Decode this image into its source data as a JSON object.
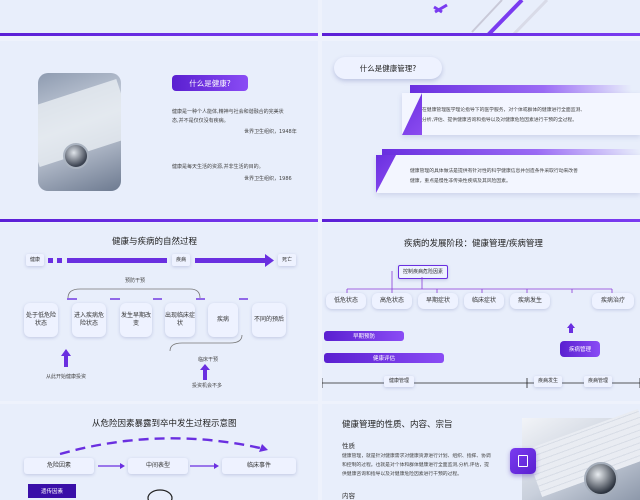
{
  "s2": {
    "title": "什么是健康?",
    "p1_l1": "健康是一种个人能体,精神与社会和谐融合的完美状",
    "p1_l2": "态,并不是仅仅没有疾病。",
    "cite1": "世界卫生组织，1948年",
    "p2": "健康是每天生活的资源,并非生活的目的。",
    "cite2": "世界卫生组织，1986"
  },
  "s3": {
    "title": "什么是健康管理?",
    "p1_l1": "在健康管理医学理论指导下的医学服务，对个体或群体的健康进行全面监测、",
    "p1_l2": "分析,评估、提供健康咨询和指导以及对健康危险因素进行干预的全过程。",
    "p2_l1": "健康管理的具体做法是提供有针对性的科学健康信息并创造条件采取行动来改善",
    "p2_l2": "健康，重点是慢性非传染性疾病及其风险因素。"
  },
  "s4": {
    "title": "健康与疾病的自然过程",
    "arrow_start": "健康",
    "arrow_mid": "疾病",
    "arrow_end": "死亡",
    "early_label": "预防干预",
    "stages": [
      "处于低危险状态",
      "进入疾病危险状态",
      "发生早期改变",
      "出现临床症状",
      "疾病",
      "不同的预后"
    ],
    "bottom_left": "从此开始健康投资",
    "clinical": "临床干预",
    "bottom_right": "投资机会不多"
  },
  "s5": {
    "title": "疾病的发展阶段：健康管理/疾病管理",
    "top_box": "控制疾病危险因素",
    "stages": [
      "低危状态",
      "高危状态",
      "早期症状",
      "临床症状",
      "疾病发生",
      "疾病治疗"
    ],
    "p_box1": "早期预防",
    "p_box2": "健康评估",
    "p_box3": "疾病管理",
    "seg1": "健康管理",
    "seg2": "疾病发生",
    "seg3": "疾病管理"
  },
  "s6": {
    "title": "从危险因素暴露到卒中发生过程示意图",
    "box1": "危险因素",
    "box2": "中间表型",
    "box3": "临床事件",
    "box4": "遗传因素"
  },
  "s7": {
    "title": "健康管理的性质、内容、宗旨",
    "h1": "性质",
    "p_l1": "健康管理，就是针对健康需求对健康资源进行计划、组织、指挥、协调",
    "p_l2": "和控制的过程。也就是对个体和群体健康进行全面监测,分析,评估，提",
    "p_l3": "供健康咨询和指导以及对健康危险因素进行干预的过程。",
    "h2": "内容"
  },
  "colors": {
    "accent": "#6a2fe0",
    "bg": "#e8eefb"
  }
}
